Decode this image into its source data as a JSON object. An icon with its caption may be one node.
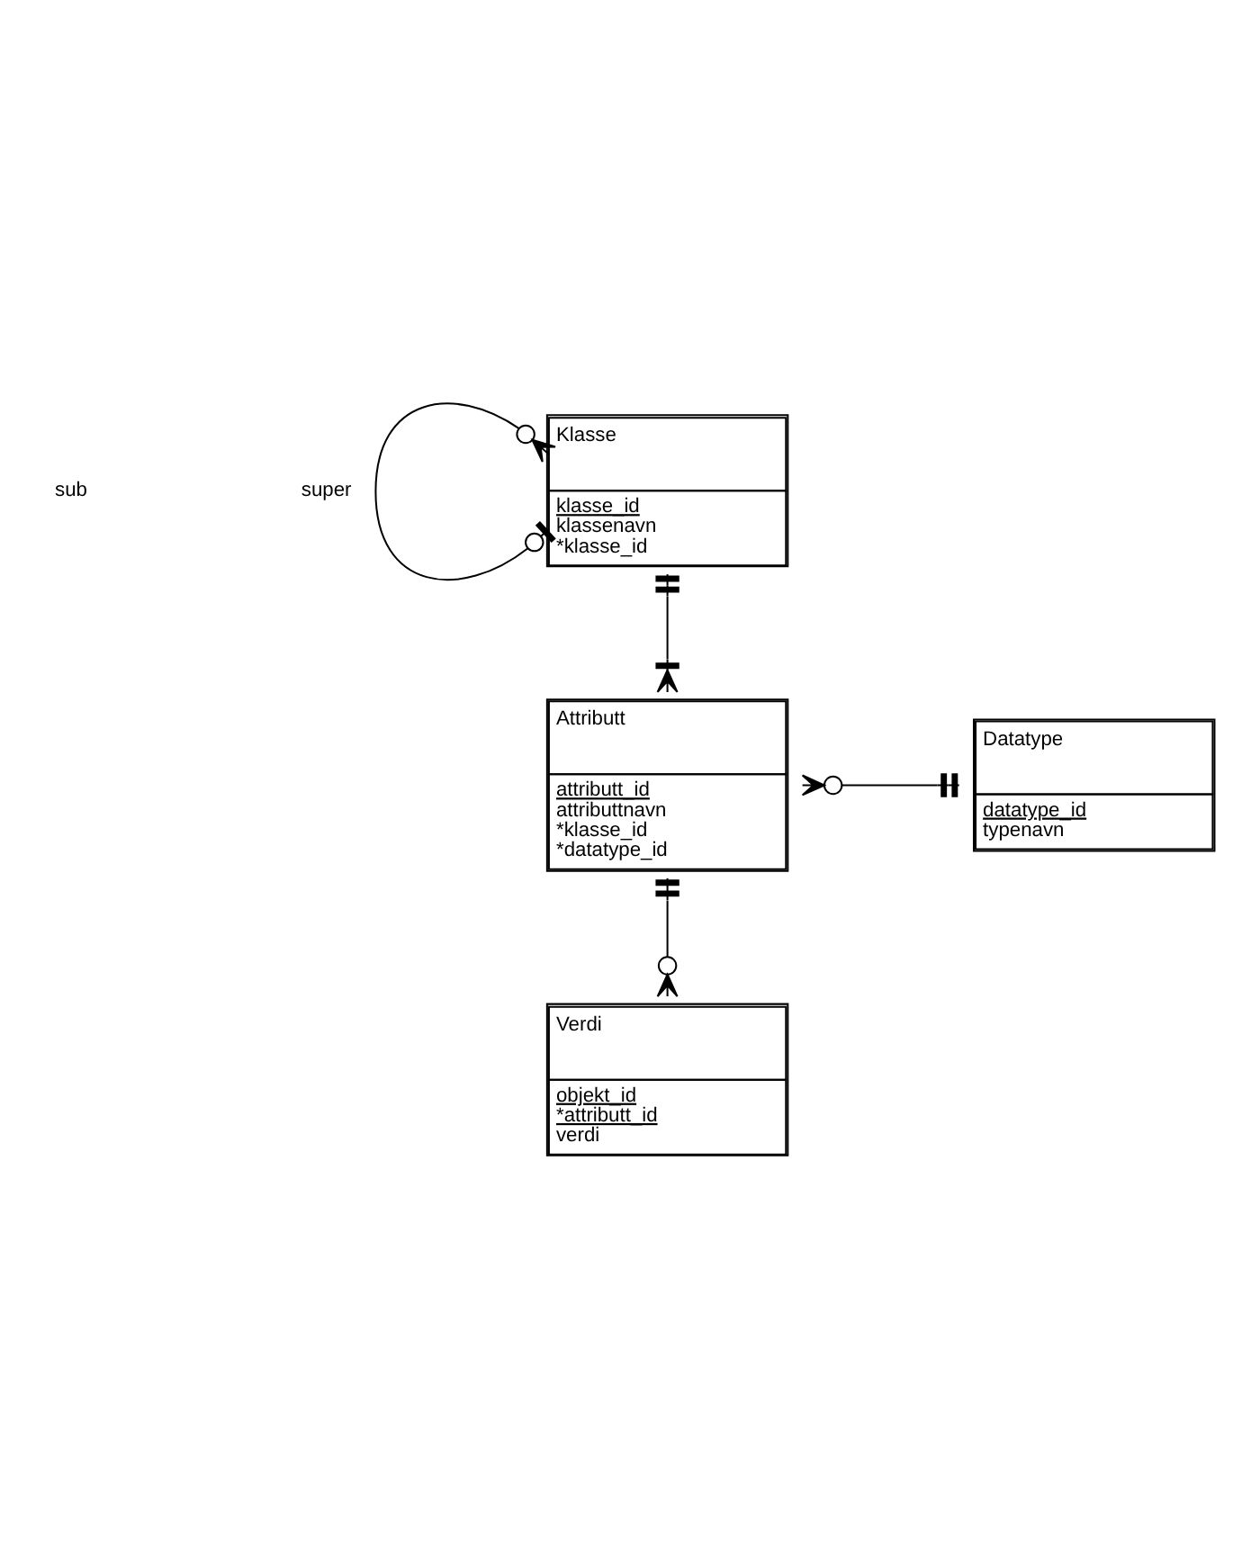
{
  "diagram": {
    "nodes": [
      {
        "text": [
          "Klasse",
          "klasse_id",
          "klassenavn",
          "*klasse_id"
        ]
      },
      {
        "text": [
          "Attributt",
          "attributt_id",
          "attributtnavn",
          "*klasse_id",
          "*datatype_id"
        ]
      },
      {
        "text": [
          "Datatype",
          "datatype_id",
          "typenavn"
        ]
      },
      {
        "text": [
          "Verdi",
          "objekt_id",
          "*attributt_id",
          "verdi"
        ]
      }
    ],
    "edges": [
      {
        "from": 0,
        "to": 0,
        "arrow": "other"
      },
      {
        "from": 0,
        "to": 1,
        "arrow": "other"
      },
      {
        "from": 1,
        "to": 2,
        "arrow": "other"
      },
      {
        "from": 1,
        "to": 3,
        "arrow": "other"
      }
    ],
    "labels": [
      "sub",
      "super"
    ]
  }
}
